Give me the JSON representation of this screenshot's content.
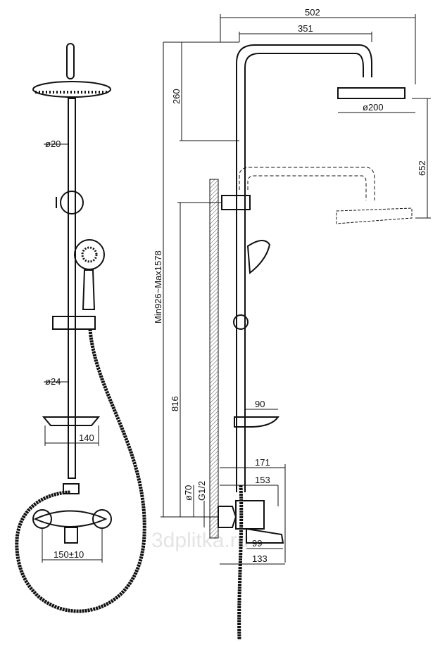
{
  "front_view": {
    "pipe_diameter_top": "ø20",
    "pipe_diameter_bottom": "ø24",
    "shelf_width": "140",
    "mixer_spacing": "150±10"
  },
  "side_view": {
    "total_width": "502",
    "arm_length": "351",
    "arm_height": "260",
    "head_diameter": "ø200",
    "head_adjust": "652",
    "height_range": "Min926~Max1578",
    "mount_height": "816",
    "shelf_depth": "90",
    "mixer_depth_outer": "171",
    "mixer_depth_inner": "153",
    "flange_diameter": "ø70",
    "thread": "G1/2",
    "spout_length": "99",
    "spout_reach": "133"
  },
  "watermark": "3dplitka.ru"
}
